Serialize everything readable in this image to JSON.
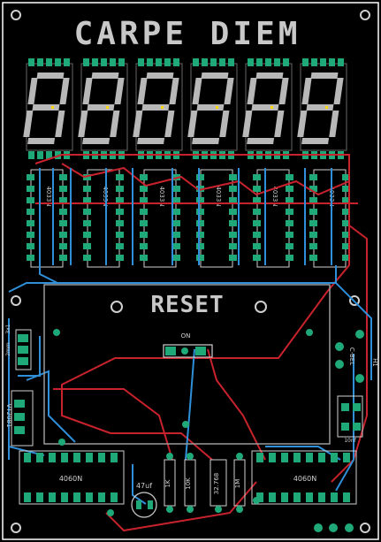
{
  "board": {
    "title": "CARPE DIEM",
    "reset_label": "RESET",
    "colors": {
      "background": "#000000",
      "outline": "#ffffff",
      "top_trace": "#c8232c",
      "bottom_trace": "#2f8fd8",
      "pad": "#1fa878",
      "silkscreen": "#c8c8c8",
      "segment": "#b8b8b8"
    }
  },
  "digits": {
    "count": 6
  },
  "display_drivers": [
    {
      "label": "4033N"
    },
    {
      "label": "4033N"
    },
    {
      "label": "4033N"
    },
    {
      "label": "4033N"
    },
    {
      "label": "4033N"
    },
    {
      "label": "4033N"
    }
  ],
  "switch": {
    "label": "ON"
  },
  "connectors": {
    "left_top_label": "2mm",
    "left_top_sub": "3x1",
    "regulator": "VT2081",
    "right_top": "C-BEL",
    "right_top_sub": "H1"
  },
  "bottom_components": {
    "ic_left": "4060N",
    "ic_right": "4060N",
    "capacitor": "47uf",
    "resistor_1": "1K",
    "resistor_2": "10K",
    "crystal": "32.768",
    "resistor_3": "1M",
    "cap_right": "10nf"
  }
}
